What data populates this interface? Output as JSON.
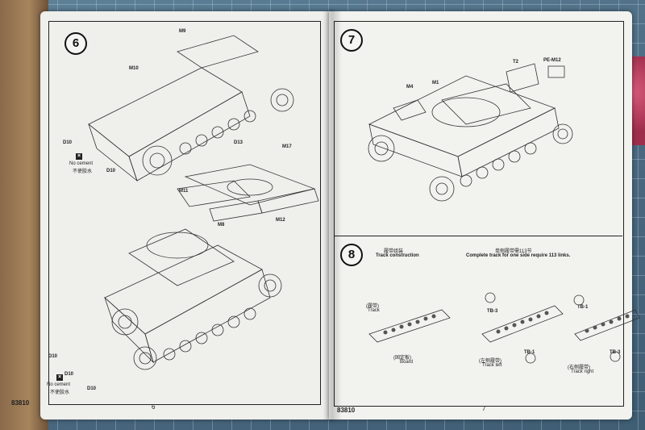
{
  "left_page": {
    "step": "6",
    "page_number": "6",
    "code": "83810",
    "parts": [
      "M9",
      "M10",
      "D10",
      "D10",
      "M17",
      "D13",
      "M11",
      "M8",
      "M12",
      "D10",
      "D10",
      "D10"
    ],
    "no_cement_1": {
      "en": "No cement",
      "cn": "不使胶水"
    },
    "no_cement_2": {
      "en": "No cement",
      "cn": "不使胶水"
    }
  },
  "right_page": {
    "step_7": "7",
    "step_8": "8",
    "page_number": "7",
    "code": "83810",
    "parts": [
      "M4",
      "M1",
      "T2",
      "PE-M12"
    ],
    "track_title_cn": "履带组装",
    "track_title_en": "Track construction",
    "complete_note_cn": "单侧履带需113节",
    "complete_note_en": "Complete track for one side require 113 links.",
    "track_label_cn": "(履带)",
    "track_label_en": "Track",
    "board_cn": "(固定板)",
    "board_en": "Board",
    "left_cn": "(左侧履带)",
    "left_en": "Track left",
    "right_cn": "(右侧履带)",
    "right_en": "Track right",
    "tb": [
      "TB-3",
      "TB-1",
      "TB-1",
      "TB-3"
    ]
  }
}
